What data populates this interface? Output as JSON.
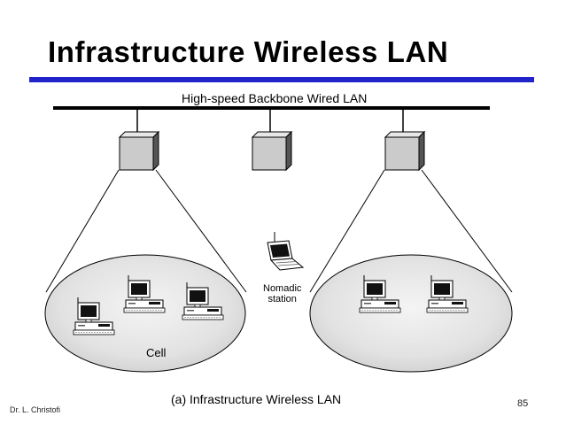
{
  "slide": {
    "title": "Infrastructure Wireless LAN",
    "accent_color": "#2323cc"
  },
  "diagram": {
    "backbone_label": "High-speed Backbone Wired LAN",
    "access_points": [
      "access-point",
      "access-point",
      "access-point"
    ],
    "nomadic_station_label_line1": "Nomadic",
    "nomadic_station_label_line2": "station",
    "cell_label": "Cell",
    "caption": "(a) Infrastructure Wireless LAN",
    "cells": [
      {
        "stations": 3
      },
      {
        "stations": 2
      }
    ]
  },
  "footer": {
    "author": "Dr. L. Christofi",
    "page_number": "85"
  }
}
